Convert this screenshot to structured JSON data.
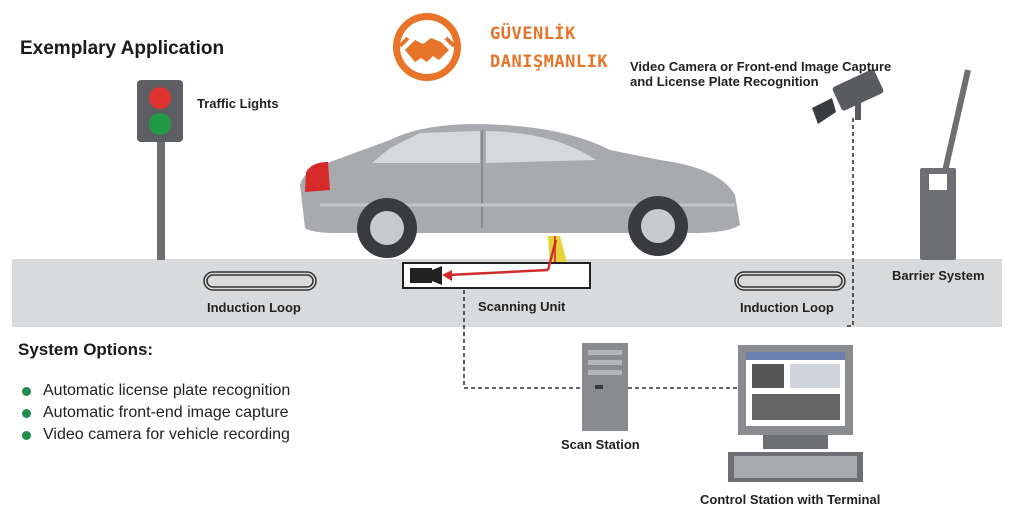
{
  "header": {
    "title": "Exemplary Application"
  },
  "brand": {
    "line1": "GÜVENLİK",
    "line2": "DANIŞMANLIK",
    "color": "#e8742a"
  },
  "labels": {
    "traffic_lights": "Traffic Lights",
    "camera_line1": "Video Camera or Front-end Image Capture",
    "camera_line2": "and License Plate Recognition",
    "barrier": "Barrier System",
    "induction_left": "Induction Loop",
    "induction_right": "Induction Loop",
    "scanning_unit": "Scanning Unit",
    "scan_station": "Scan Station",
    "control_station": "Control Station with Terminal"
  },
  "options": {
    "title": "System Options:",
    "items": [
      "Automatic license plate recognition",
      "Automatic front-end image capture",
      "Video camera for vehicle recording"
    ],
    "bullet_color": "#1e8c4a"
  },
  "colors": {
    "road": "#d9dadb",
    "car": "#a9aaad",
    "traffic_red": "#e0312e",
    "traffic_green": "#1f9a43"
  }
}
